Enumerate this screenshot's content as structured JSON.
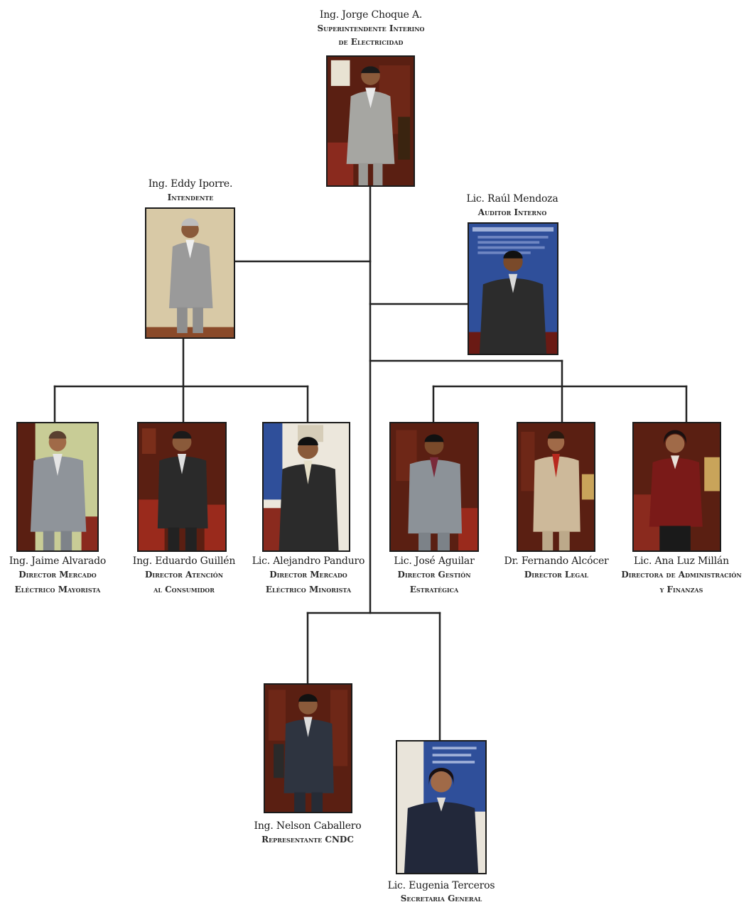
{
  "people": {
    "superintendent": {
      "name": "Ing. Jorge Choque A.",
      "title_1": "Superintendente Interino",
      "title_2": "de Electricidad",
      "photo_icon": "portrait-wood-office"
    },
    "intendant": {
      "name": "Ing. Eddy Iporre.",
      "title_1": "Intendente",
      "photo_icon": "portrait-studio"
    },
    "auditor": {
      "name": "Lic. Raúl Mendoza",
      "title_1": "Auditor Interno",
      "photo_icon": "portrait-blue-banner"
    },
    "jaime": {
      "name": "Ing. Jaime Alvarado",
      "title_1": "Director Mercado",
      "title_2": "Eléctrico Mayorista",
      "photo_icon": "portrait-wood-office"
    },
    "eduardo": {
      "name": "Ing. Eduardo Guillén",
      "title_1": "Director Atención",
      "title_2": "al Consumidor",
      "photo_icon": "portrait-wood-office"
    },
    "alejandro": {
      "name": "Lic. Alejandro Panduro",
      "title_1": "Director Mercado",
      "title_2": "Eléctrico Minorista",
      "photo_icon": "portrait-blue-banner"
    },
    "jose": {
      "name": "Lic. José Aguilar",
      "title_1": "Director Gestión",
      "title_2": "Estratégica",
      "photo_icon": "portrait-wood-office"
    },
    "fernando": {
      "name": "Dr. Fernando Alcócer",
      "title_1": "Director Legal",
      "photo_icon": "portrait-wood-office"
    },
    "ana": {
      "name": "Lic. Ana Luz Millán",
      "title_1": "Directora de Administración",
      "title_2": "y Finanzas",
      "photo_icon": "portrait-wood-office"
    },
    "nelson": {
      "name": "Ing. Nelson Caballero",
      "title_1": "Representante CNDC",
      "photo_icon": "portrait-wood-office"
    },
    "eugenia": {
      "name": "Lic. Eugenia Terceros",
      "title_1": "Secretaria General",
      "photo_icon": "portrait-blue-banner"
    }
  },
  "colors": {
    "line": "#222222",
    "wood": "#5a1f12",
    "wood_light": "#7a2e1a",
    "studio": "#d8c9a6",
    "blue_banner": "#2f4f9a",
    "wall": "#ece7dc",
    "green_wall": "#c8cc96"
  }
}
